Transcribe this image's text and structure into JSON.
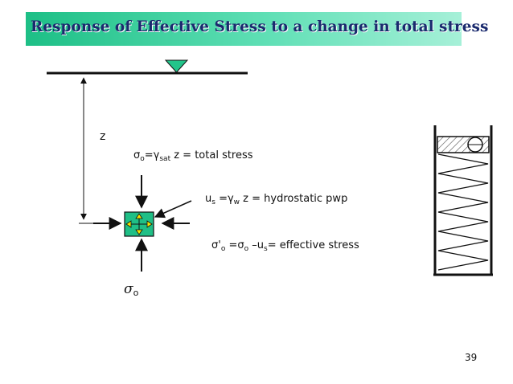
{
  "slide": {
    "title": "Response of Effective Stress to a change in total stress",
    "page_number": "39"
  },
  "labels": {
    "depth": "z",
    "total_stress": {
      "sym": "σ",
      "sub1": "o",
      "eq": "=γ",
      "sub2": "sat",
      "rest": " z = total stress"
    },
    "pwp": {
      "sym": "u",
      "sub1": "s",
      "eq": " =γ",
      "sub2": "w",
      "rest": " z = hydrostatic pwp"
    },
    "effective": {
      "sym": "σ'",
      "sub1": "o",
      "eq": " =σ",
      "sub2": "o",
      "mid": " –u",
      "sub3": "s",
      "rest": "= effective stress"
    },
    "sigma_bottom": {
      "sym": "σ",
      "sub": "o"
    }
  },
  "colors": {
    "element_fill": "#1fbf86",
    "water_marker": "#22c48a",
    "inner_arrow": "#f2e600"
  },
  "icons": {
    "water_table": "inverted-triangle-icon",
    "soil_element": "soil-element-icon",
    "spring_model": "spring-piston-icon"
  }
}
